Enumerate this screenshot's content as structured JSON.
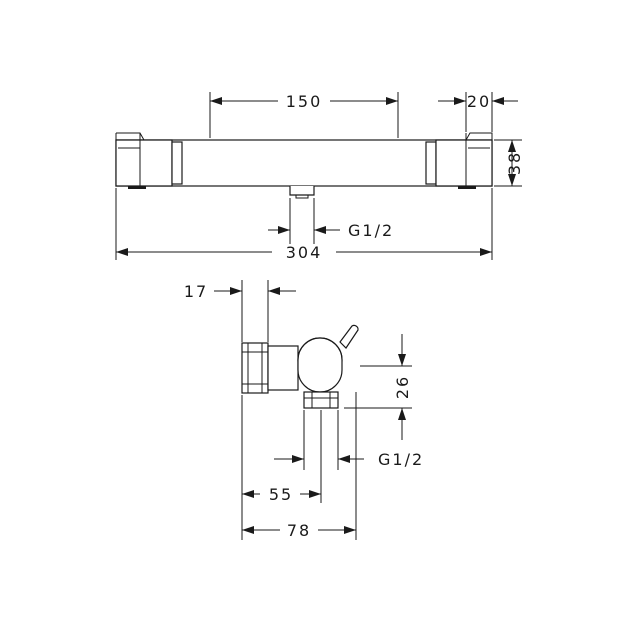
{
  "front_view": {
    "dim_150": "150",
    "dim_20": "20",
    "dim_38": "38",
    "dim_g12": "G1/2",
    "dim_304": "304"
  },
  "side_view": {
    "dim_17": "17",
    "dim_26": "26",
    "dim_g12": "G1/2",
    "dim_55": "55",
    "dim_78": "78"
  },
  "colors": {
    "line": "#1a1a1a",
    "background": "#ffffff"
  }
}
